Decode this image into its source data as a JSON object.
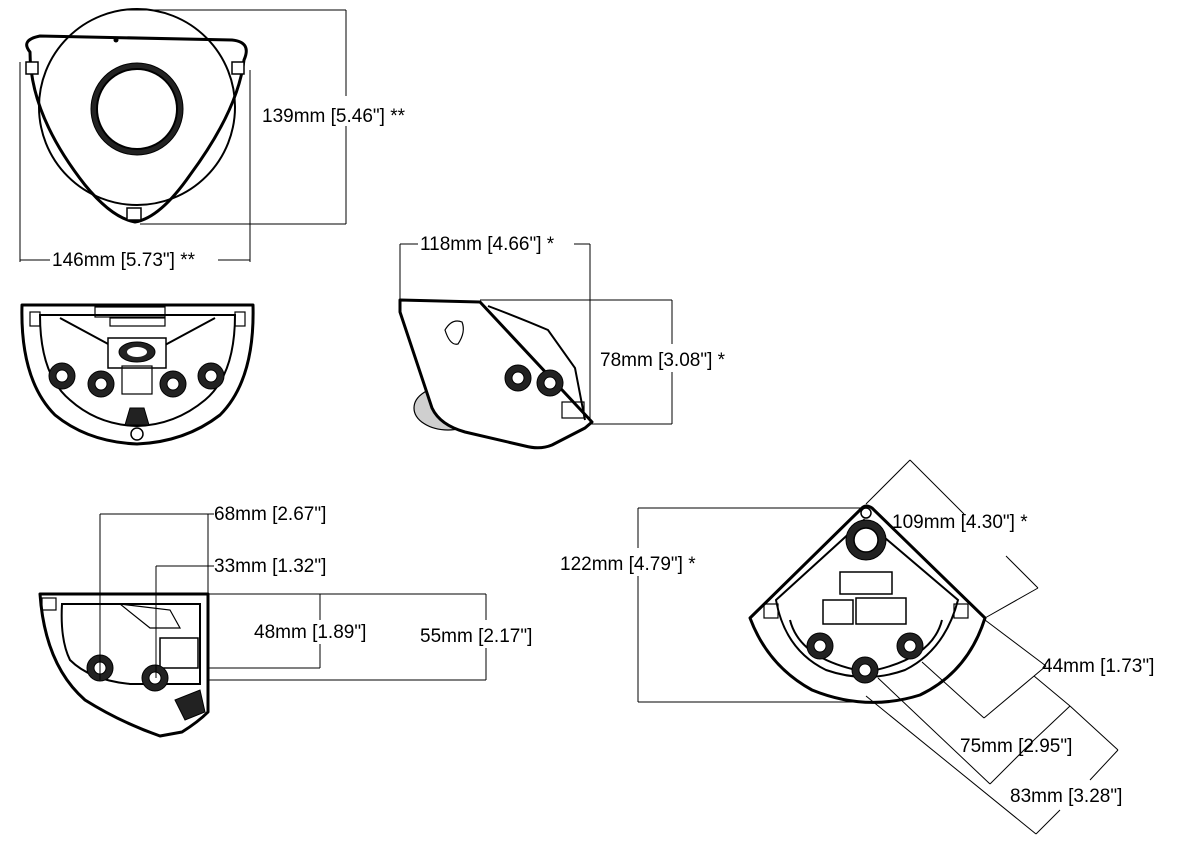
{
  "dimensions": {
    "top_height": "139mm [5.46\"] **",
    "top_width": "146mm [5.73\"] **",
    "side_width": "118mm [4.66\"] *",
    "side_height": "78mm [3.08\"] *",
    "bottom_68": "68mm [2.67\"]",
    "bottom_33": "33mm [1.32\"]",
    "bottom_48": "48mm [1.89\"]",
    "bottom_55": "55mm [2.17\"]",
    "corner_109": "109mm [4.30\"] *",
    "corner_122": "122mm [4.79\"] *",
    "corner_44": "44mm [1.73\"]",
    "corner_75": "75mm [2.95\"]",
    "corner_83": "83mm [3.28\"]"
  }
}
